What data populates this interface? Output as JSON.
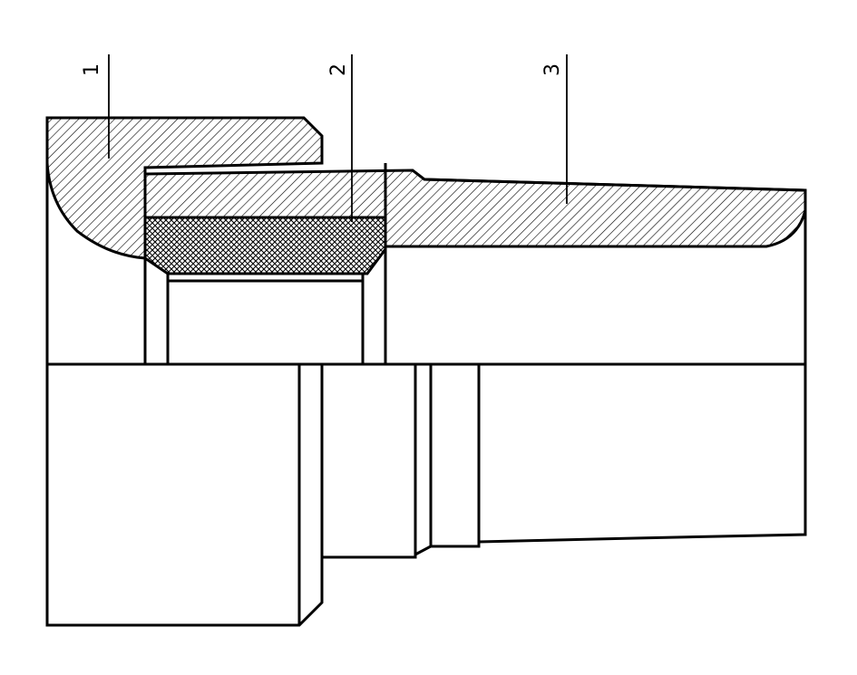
{
  "callouts": {
    "part1": "1",
    "part2": "2",
    "part3": "3"
  },
  "colors": {
    "line": "#000000",
    "background": "#ffffff"
  }
}
